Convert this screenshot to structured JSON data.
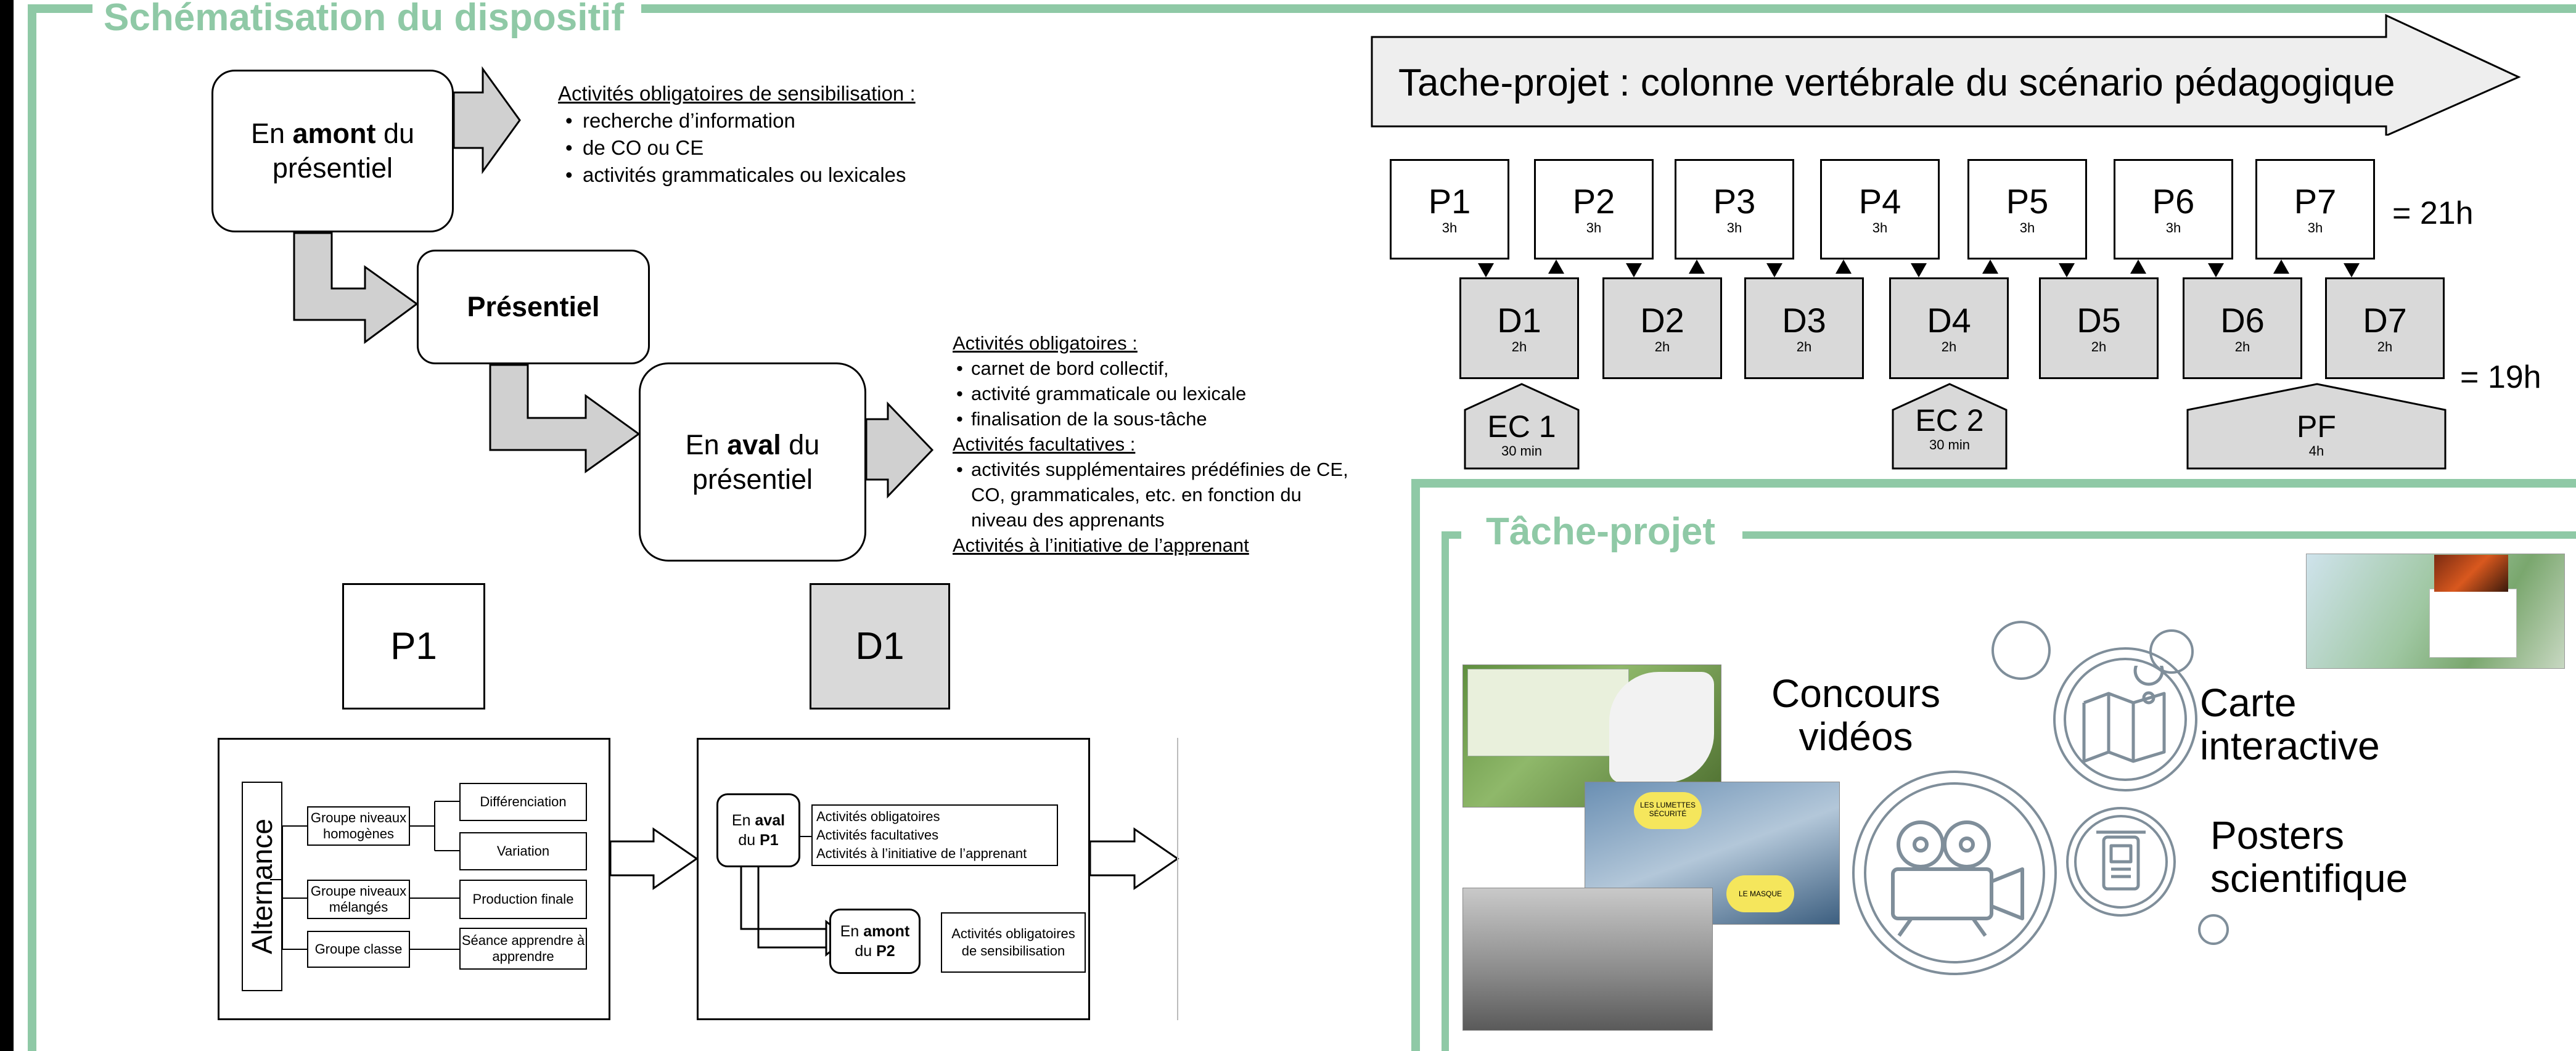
{
  "left_panel": {
    "title": "Schématisation du dispositif",
    "amont": {
      "pre": "En ",
      "bold": "amont",
      "post": " du",
      "line2": "présentiel"
    },
    "presentiel": "Présentiel",
    "aval": {
      "pre": "En ",
      "bold": "aval",
      "post": " du",
      "line2": "présentiel"
    },
    "amont_note": {
      "heading": "Activités obligatoires de sensibilisation :",
      "items": [
        "recherche d’information",
        "de CO ou CE",
        "activités grammaticales ou lexicales"
      ]
    },
    "aval_note": {
      "heading1": "Activités obligatoires :",
      "items1": [
        "carnet de bord collectif,",
        "activité grammaticale ou lexicale",
        "finalisation de la sous-tâche"
      ],
      "heading2": "Activités facultatives :",
      "items2": [
        "activités supplémentaires prédéfinies de CE, CO, grammaticales, etc. en fonction du niveau des apprenants"
      ],
      "heading3": "Activités à l’initiative de l’apprenant"
    },
    "p1_label": "P1",
    "d1_label": "D1",
    "alternance": {
      "title": "Alternance",
      "groups": [
        "Groupe niveaux homogènes",
        "Groupe niveaux mélangés",
        "Groupe classe"
      ],
      "outcomes": [
        "Différenciation",
        "Variation",
        "Production finale",
        "Séance apprendre à apprendre"
      ]
    },
    "d1_detail": {
      "aval": {
        "pre": "En ",
        "bold": "aval",
        "line2pre": "du ",
        "line2bold": "P1"
      },
      "aval_list": [
        "Activités obligatoires",
        "Activités facultatives",
        "Activités à l’initiative de l’apprenant"
      ],
      "amont": {
        "pre": "En ",
        "bold": "amont",
        "line2pre": "du ",
        "line2bold": "P2"
      },
      "amont_list": "Activités obligatoires de sensibilisation"
    }
  },
  "timeline": {
    "title": "Tache-projet : colonne vertébrale du scénario pédagogique",
    "p_boxes": [
      {
        "label": "P1",
        "dur": "3h"
      },
      {
        "label": "P2",
        "dur": "3h"
      },
      {
        "label": "P3",
        "dur": "3h"
      },
      {
        "label": "P4",
        "dur": "3h"
      },
      {
        "label": "P5",
        "dur": "3h"
      },
      {
        "label": "P6",
        "dur": "3h"
      },
      {
        "label": "P7",
        "dur": "3h"
      }
    ],
    "p_total": "= 21h",
    "d_boxes": [
      {
        "label": "D1",
        "dur": "2h"
      },
      {
        "label": "D2",
        "dur": "2h"
      },
      {
        "label": "D3",
        "dur": "2h"
      },
      {
        "label": "D4",
        "dur": "2h"
      },
      {
        "label": "D5",
        "dur": "2h"
      },
      {
        "label": "D6",
        "dur": "2h"
      },
      {
        "label": "D7",
        "dur": "2h"
      }
    ],
    "d_total": "= 19h",
    "evals": [
      {
        "label": "EC 1",
        "dur": "30 min"
      },
      {
        "label": "EC 2",
        "dur": "30 min"
      },
      {
        "label": "PF",
        "dur": "4h"
      }
    ]
  },
  "tache_panel": {
    "title": "Tâche-projet",
    "items": [
      "Concours vidéos",
      "Carte interactive",
      "Posters scientifique"
    ],
    "concours_lines": [
      "Concours",
      "vidéos"
    ],
    "carte_lines": [
      "Carte",
      "interactive"
    ],
    "posters_lines": [
      "Posters",
      "scientifique"
    ],
    "photo_labels": [
      "LES LUMETTES SÉCURITÉ",
      "LE MASQUE"
    ]
  },
  "colors": {
    "frame": "#8fc9a6",
    "grey_fill": "#d9d9d9",
    "arrow_fill": "#d0d0d0",
    "icon": "#7f8e9a"
  }
}
